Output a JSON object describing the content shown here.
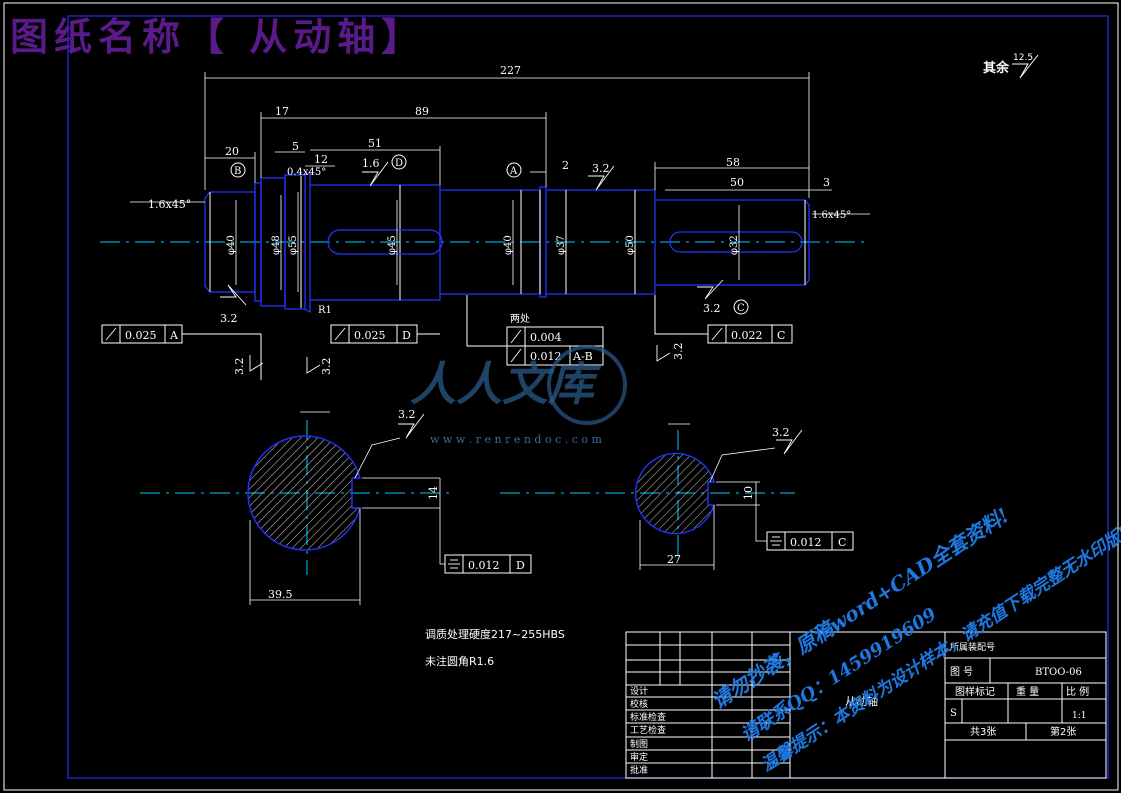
{
  "title": "图纸名称【 从动轴】",
  "roughness_note": {
    "label": "其余",
    "value": "12.5"
  },
  "dimensions": {
    "overall": "227",
    "d17": "17",
    "d89": "89",
    "d20": "20",
    "d5": "5",
    "d51": "51",
    "d12": "12",
    "d2": "2",
    "d58": "58",
    "d50": "50",
    "d3": "3",
    "chamfer_left": "1.6x45°",
    "chamfer_right": "1.6x45°",
    "chamfer_small": "0.4x45°",
    "r1": "R1",
    "dia40": "φ40",
    "dia48": "φ48",
    "dia55": "φ55",
    "dia45": "φ45",
    "dia40b": "φ40",
    "dia37": "φ37",
    "dia50": "φ50",
    "dia32": "φ32",
    "key1_depth": "14",
    "key1_width": "39.5",
    "key2_depth": "10",
    "key2_width": "27"
  },
  "datums": {
    "B": "B",
    "D": "D",
    "A": "A",
    "C": "C"
  },
  "surface": {
    "r16": "1.6",
    "r32": "3.2",
    "r82": "3.2",
    "r82b": "3.2",
    "r32c": "3.2",
    "r32d": "3.2",
    "r32e": "3.2",
    "r32f": "3.2"
  },
  "tolerances": {
    "runout_a": {
      "value": "0.025",
      "datum": "A"
    },
    "runout_d": {
      "value": "0.025",
      "datum": "D"
    },
    "runout_c": {
      "value": "0.022",
      "datum": "C"
    },
    "two_places": "两处",
    "cyl": {
      "value": "0.004"
    },
    "runout_ab": {
      "value": "0.012",
      "datum": "A-B"
    },
    "sym_d": {
      "value": "0.012",
      "datum": "D"
    },
    "sym_c": {
      "value": "0.012",
      "datum": "C"
    }
  },
  "notes": {
    "heat": "调质处理硬度217~255HBS",
    "fillet": "未注圆角R1.6"
  },
  "title_block": {
    "part_name": "从动轴",
    "drawing_no_label": "图  号",
    "drawing_no": "BTOO-06",
    "doc_label": "所属装配号",
    "stage_label": "图样标记",
    "weight_label": "重  量",
    "scale_label": "比  例",
    "stage_value": "S",
    "scale_value": "1:1",
    "sheets_total": "共3张",
    "sheet_no": "第2张",
    "roles": [
      "设计",
      "校核",
      "标准检查",
      "工艺检查",
      "制图",
      "审定",
      "批准"
    ]
  },
  "watermarks": {
    "logo": "人人文库",
    "url": "w w w . r e n r e n d o c . c o m",
    "line1": "请勿抄袭，原稿word+CAD全套资料!",
    "line2": "请联系QQ：1459919609",
    "line3": "温馨提示：本资料为设计样本，请充值下载完整无水印版!"
  }
}
